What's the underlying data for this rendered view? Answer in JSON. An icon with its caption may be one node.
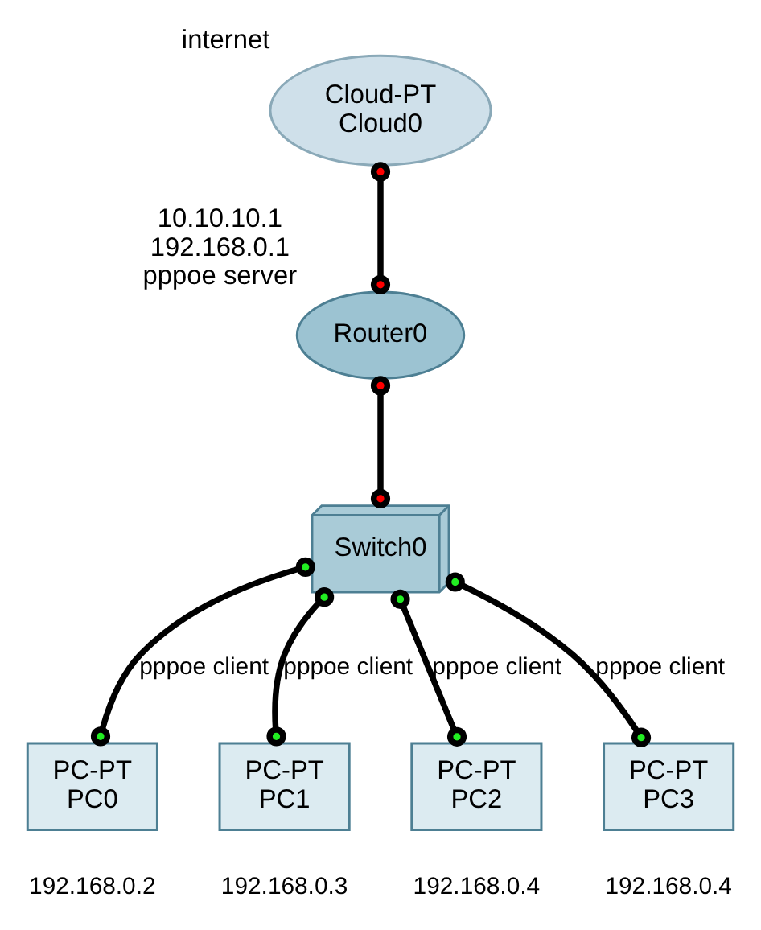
{
  "diagram": {
    "nodes": [
      {
        "text": [
          "Cloud-PT",
          "Cloud0"
        ],
        "beside": [
          "internet"
        ]
      },
      {
        "text": [
          "Router0"
        ],
        "beside": [
          "10.10.10.1",
          "192.168.0.1",
          "pppoe server"
        ]
      },
      {
        "text": [
          "Switch0"
        ]
      },
      {
        "text": [
          "PC-PT",
          "PC0"
        ],
        "beside": [
          "192.168.0.2"
        ]
      },
      {
        "text": [
          "PC-PT",
          "PC1"
        ],
        "beside": [
          "192.168.0.3"
        ]
      },
      {
        "text": [
          "PC-PT",
          "PC2"
        ],
        "beside": [
          "192.168.0.4"
        ]
      },
      {
        "text": [
          "PC-PT",
          "PC3"
        ],
        "beside": [
          "192.168.0.4"
        ]
      }
    ],
    "edges": [
      {
        "from": 0,
        "to": 1,
        "arrow": "other"
      },
      {
        "from": 1,
        "to": 2,
        "arrow": "other"
      },
      {
        "from": 2,
        "to": 3,
        "arrow": "other",
        "label": "pppoe client"
      },
      {
        "from": 2,
        "to": 4,
        "arrow": "other",
        "label": "pppoe client"
      },
      {
        "from": 2,
        "to": 5,
        "arrow": "other",
        "label": "pppoe client"
      },
      {
        "from": 2,
        "to": 6,
        "arrow": "other",
        "label": "pppoe client"
      }
    ]
  }
}
